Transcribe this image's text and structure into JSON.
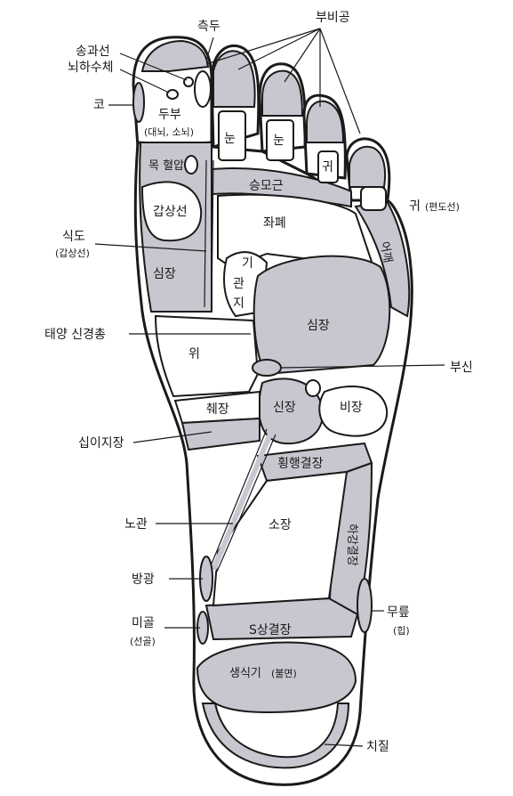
{
  "labels": {
    "cheukdu": "측두",
    "bubigong": "부비공",
    "songgwaseon": "송과선",
    "noehasuche": "뇌하수체",
    "ko": "코",
    "dubu": "두부",
    "dubu_sub": "(대뇌, 소뇌)",
    "nun1": "눈",
    "nun2": "눈",
    "gwi_toe": "귀",
    "mok_hyeorap": "목 혈압",
    "seungmogeun": "승모근",
    "gwi_right": "귀",
    "gwi_right_sub": "(편도선)",
    "gapsangseon": "갑상선",
    "jwapye": "좌폐",
    "eokkae": "어깨",
    "sikdo": "식도",
    "sikdo_sub": "(갑상선)",
    "gi": "기",
    "gwan": "관",
    "ji": "지",
    "simjang_left": "심장",
    "simjang_main": "심장",
    "taeyang": "태양 신경총",
    "wi": "위",
    "busin": "부신",
    "chejang": "췌장",
    "sinjang": "신장",
    "bijang": "비장",
    "sipijijang": "십이지장",
    "hoenghaeng": "횡행결장",
    "nogwan": "노관",
    "sojang": "소장",
    "hagang": "하강결장",
    "banggwang": "방광",
    "mugol": "미골",
    "mugol_sub": "(선골)",
    "mureup": "무릎",
    "mureup_sub": "(힙)",
    "s_sang": "S상결장",
    "saengsikgi": "생식기",
    "saengsikgi_sub": "(불면)",
    "chijil": "치질"
  },
  "colors": {
    "zone_fill": "#c9c6cf",
    "outline": "#1a1a1a",
    "background": "#ffffff"
  }
}
